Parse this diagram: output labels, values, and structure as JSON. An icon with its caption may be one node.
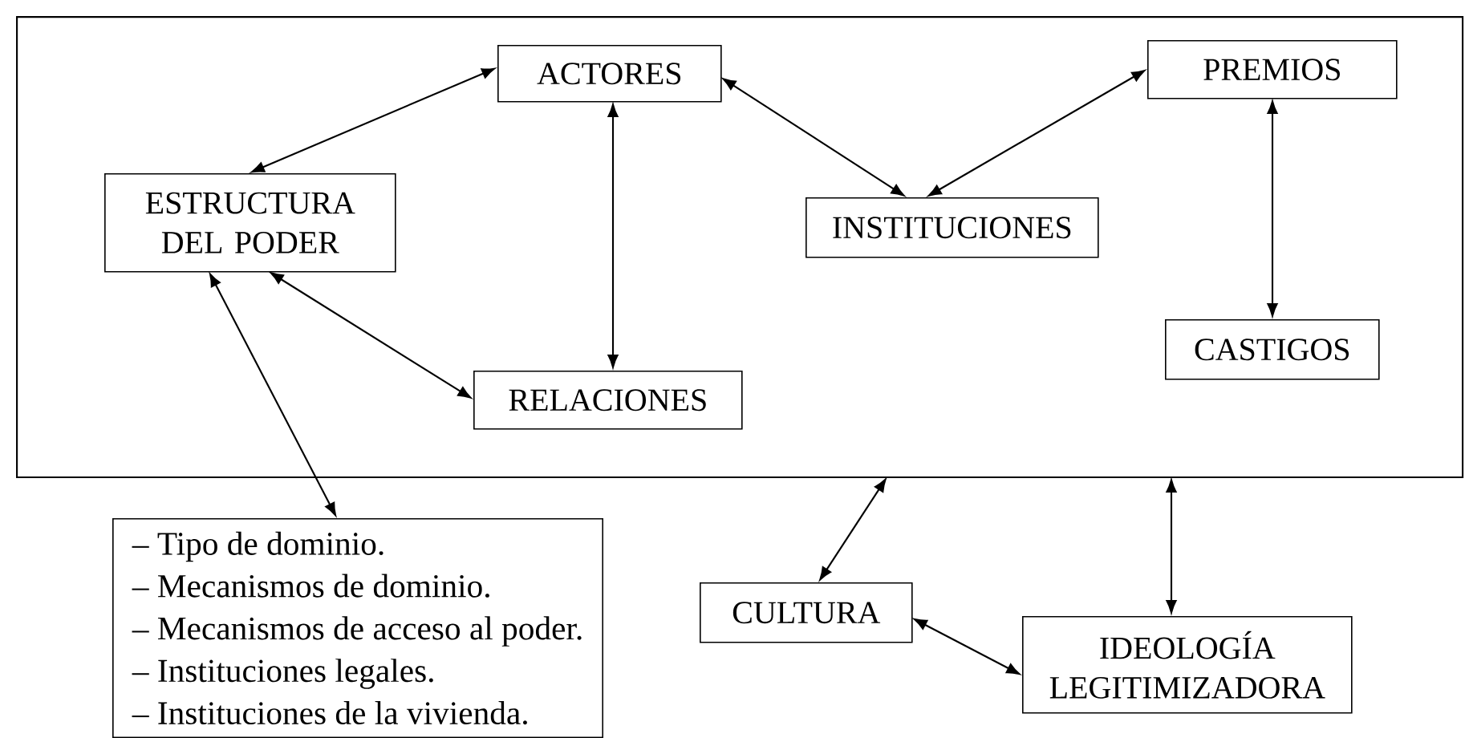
{
  "diagram": {
    "nodes": [
      {
        "text": [],
        "shape": "box"
      },
      {
        "text": [
          "ACTORES"
        ],
        "in": 0
      },
      {
        "text": [
          "ESTRUCTURA DEL PODER"
        ],
        "in": 0
      },
      {
        "text": [
          "INSTITUCIONES"
        ],
        "in": 0
      },
      {
        "text": [
          "PREMIOS"
        ],
        "in": 0
      },
      {
        "text": [
          "CASTIGOS"
        ],
        "in": 0
      },
      {
        "text": [
          "RELACIONES"
        ],
        "in": 0
      },
      {
        "text": [
          "– Tipo de dominio.",
          "– Mecanismos de dominio.",
          "– Mecanismos de acceso al poder.",
          "– Instituciones legales.",
          "– Instituciones de la vivienda."
        ]
      },
      {
        "text": [
          "CULTURA"
        ]
      },
      {
        "text": [
          "IDEOLOGÍA LEGITIMIZADORA"
        ]
      }
    ],
    "edges": [
      {
        "from": 1,
        "to": 2,
        "arrow": "both"
      },
      {
        "from": 1,
        "to": 3,
        "arrow": "both"
      },
      {
        "from": 3,
        "to": 4,
        "arrow": "both"
      },
      {
        "from": 4,
        "to": 5,
        "arrow": "both"
      },
      {
        "from": 1,
        "to": 6,
        "arrow": "both"
      },
      {
        "from": 2,
        "to": 6,
        "arrow": "both"
      },
      {
        "from": 2,
        "to": 7,
        "arrow": "both"
      },
      {
        "from": 0,
        "to": 8,
        "arrow": "both"
      },
      {
        "from": 0,
        "to": 9,
        "arrow": "both"
      },
      {
        "from": 8,
        "to": 9,
        "arrow": "both"
      }
    ]
  }
}
